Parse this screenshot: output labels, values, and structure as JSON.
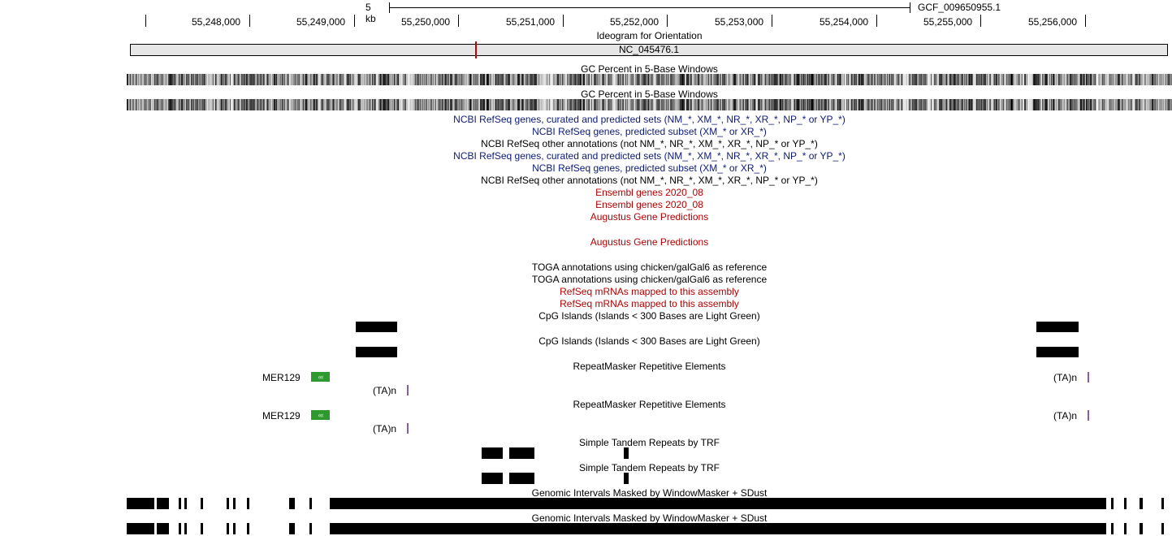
{
  "scale": {
    "label": "5 kb",
    "assembly": "GCF_009650955.1"
  },
  "ruler": {
    "positions": [
      "55,248,000",
      "55,249,000",
      "55,250,000",
      "55,251,000",
      "55,252,000",
      "55,253,000",
      "55,254,000",
      "55,255,000",
      "55,256,000"
    ]
  },
  "ideogram": {
    "title": "Ideogram for Orientation",
    "chrom": "NC_045476.1"
  },
  "tracks": {
    "gc1": "GC Percent in 5-Base Windows",
    "gc2": "GC Percent in 5-Base Windows",
    "ncbi_curated_1": "NCBI RefSeq genes, curated and predicted sets (NM_*, XM_*, NR_*, XR_*, NP_* or YP_*)",
    "ncbi_predicted_1": "NCBI RefSeq genes, predicted subset (XM_* or XR_*)",
    "ncbi_other_1": "NCBI RefSeq other annotations (not NM_*, NR_*, XM_*, XR_*, NP_* or YP_*)",
    "ncbi_curated_2": "NCBI RefSeq genes, curated and predicted sets (NM_*, XM_*, NR_*, XR_*, NP_* or YP_*)",
    "ncbi_predicted_2": "NCBI RefSeq genes, predicted subset (XM_* or XR_*)",
    "ncbi_other_2": "NCBI RefSeq other annotations (not NM_*, NR_*, XM_*, XR_*, NP_* or YP_*)",
    "ensembl_1": "Ensembl genes 2020_08",
    "ensembl_2": "Ensembl genes 2020_08",
    "augustus_1": "Augustus Gene Predictions",
    "augustus_2": "Augustus Gene Predictions",
    "toga_1": "TOGA annotations using chicken/galGal6 as reference",
    "toga_2": "TOGA annotations using chicken/galGal6 as reference",
    "refseq_mrna_1": "RefSeq mRNAs mapped to this assembly",
    "refseq_mrna_2": "RefSeq mRNAs mapped to this assembly",
    "cpg_1": "CpG Islands (Islands < 300 Bases are Light Green)",
    "cpg_2": "CpG Islands (Islands < 300 Bases are Light Green)",
    "rmsk_1": "RepeatMasker Repetitive Elements",
    "rmsk_2": "RepeatMasker Repetitive Elements",
    "trf_1": "Simple Tandem Repeats by TRF",
    "trf_2": "Simple Tandem Repeats by TRF",
    "wm_1": "Genomic Intervals Masked by WindowMasker + SDust",
    "wm_2": "Genomic Intervals Masked by WindowMasker + SDust"
  },
  "repeats": {
    "mer": "MER129",
    "ta": "(TA)n",
    "mer_arrows": "‹‹‹"
  },
  "colors": {
    "blue_track": "#0b1a7a",
    "red_track": "#b40000",
    "ideogram_marker": "#cc0000",
    "rmsk_green": "#2e9a2e",
    "rmsk_purple": "#8a5ba8"
  }
}
